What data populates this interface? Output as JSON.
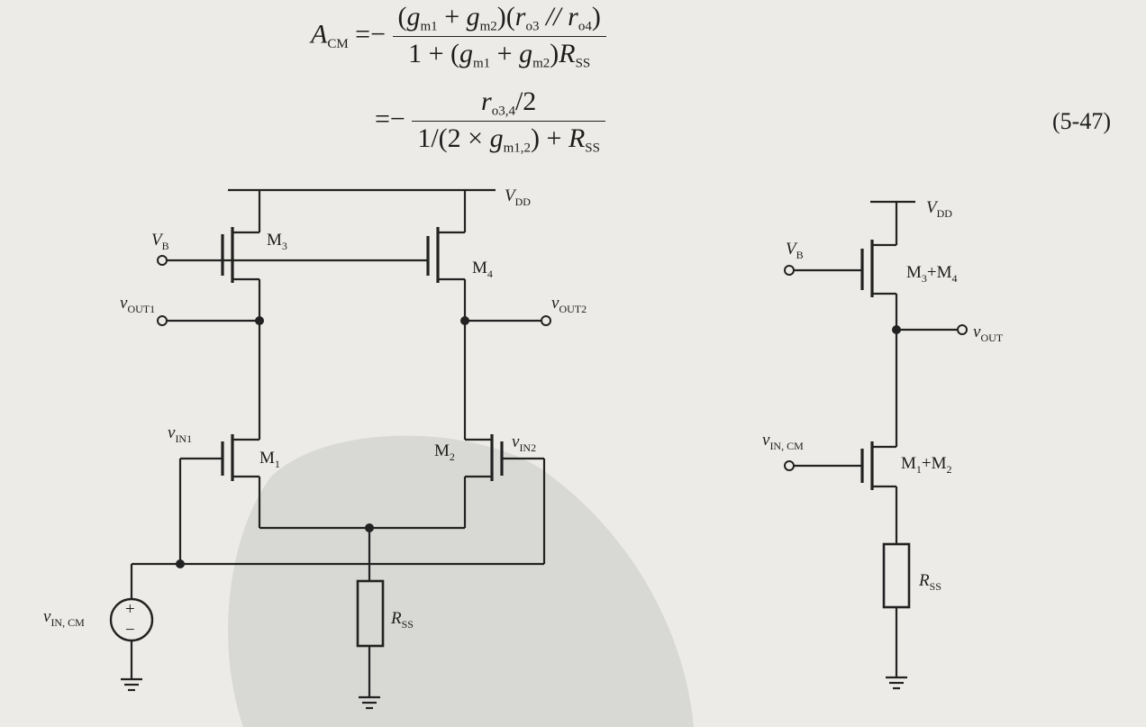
{
  "equation": {
    "lhs_symbol": "A",
    "lhs_sub": "CM",
    "line1": {
      "prefix": "=−",
      "num_g1": "g",
      "num_g1_sub": "m1",
      "num_plus": " + ",
      "num_g2": "g",
      "num_g2_sub": "m2",
      "num_r3": "r",
      "num_r3_sub": "o3",
      "num_par": " // ",
      "num_r4": "r",
      "num_r4_sub": "o4",
      "den_one": "1 + (",
      "den_g1": "g",
      "den_g1_sub": "m1",
      "den_plus": " + ",
      "den_g2": "g",
      "den_g2_sub": "m2",
      "den_close": ")",
      "den_r": "R",
      "den_r_sub": "SS"
    },
    "line2": {
      "prefix": "=−",
      "num_r": "r",
      "num_r_sub": "o3,4",
      "num_div": "/2",
      "den_pre": "1/(2 × ",
      "den_g": "g",
      "den_g_sub": "m1,2",
      "den_post": ") + ",
      "den_r": "R",
      "den_r_sub": "SS"
    },
    "number": "(5-47)"
  },
  "left_circuit": {
    "vdd": "V",
    "vdd_sub": "DD",
    "vb": "V",
    "vb_sub": "B",
    "m3": "M",
    "m3_sub": "3",
    "m4": "M",
    "m4_sub": "4",
    "vout1": "v",
    "vout1_sub": "OUT1",
    "vout2": "v",
    "vout2_sub": "OUT2",
    "vin1": "v",
    "vin1_sub": "IN1",
    "vin2": "v",
    "vin2_sub": "IN2",
    "m1": "M",
    "m1_sub": "1",
    "m2": "M",
    "m2_sub": "2",
    "rss": "R",
    "rss_sub": "SS",
    "vincm": "v",
    "vincm_sub": "IN, CM",
    "src_plus": "+",
    "src_minus": "−"
  },
  "right_circuit": {
    "vdd": "V",
    "vdd_sub": "DD",
    "vb": "V",
    "vb_sub": "B",
    "m34": "M",
    "m34_sub_a": "3",
    "m34_mid": "+M",
    "m34_sub_b": "4",
    "vout": "v",
    "vout_sub": "OUT",
    "vincm": "v",
    "vincm_sub": "IN, CM",
    "m12": "M",
    "m12_sub_a": "1",
    "m12_mid": "+M",
    "m12_sub_b": "2",
    "rss": "R",
    "rss_sub": "SS"
  },
  "colors": {
    "paper": "#ecebe7",
    "ink": "#1d1d1d",
    "watermark": "#c9c8c4"
  }
}
